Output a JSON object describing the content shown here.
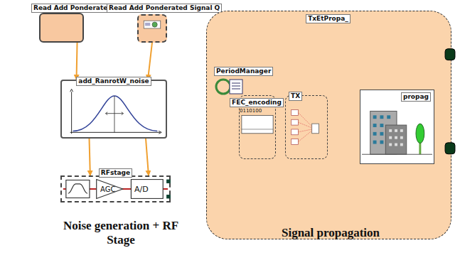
{
  "diagram": {
    "nodes": [
      {
        "text": [
          "Read Add Ponderated Signal"
        ]
      },
      {
        "text": [
          "Read Add Ponderated Signal Q"
        ]
      },
      {
        "text": [
          "add_RanrotW_noise"
        ]
      },
      {
        "text": [
          "RFstage"
        ]
      },
      {
        "text": [
          "TxEtPropa_"
        ]
      },
      {
        "text": [
          "PeriodManager"
        ],
        "in": 4
      },
      {
        "text": [
          "FEC_encoding"
        ],
        "in": 4
      },
      {
        "text": [
          "TX"
        ],
        "in": 4
      },
      {
        "text": [
          "propag"
        ],
        "in": 4
      }
    ],
    "edges": [
      {
        "from": 0,
        "to": 2,
        "arrow": "to"
      },
      {
        "from": 1,
        "to": 2,
        "arrow": "to"
      },
      {
        "from": 2,
        "to": 3,
        "arrow": "to"
      },
      {
        "from": 2,
        "to": 3,
        "arrow": "to"
      },
      {
        "from": 7,
        "to": 8,
        "arrow": "to"
      }
    ],
    "labels": [
      "AGC",
      "A/D",
      "0110100",
      "Noise generation + RF Stage",
      "Signal propagation"
    ]
  }
}
